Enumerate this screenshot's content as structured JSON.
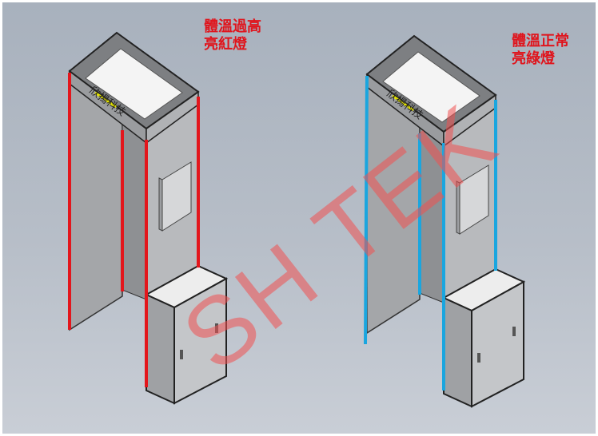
{
  "left_unit": {
    "caption_line1": "體溫過高",
    "caption_line2": "亮紅燈",
    "light_color": "#e3161c",
    "brand_text": "欣揚科技"
  },
  "right_unit": {
    "caption_line1": "體溫正常",
    "caption_line2": "亮綠燈",
    "light_color": "#1aa6df",
    "brand_text": "欣揚科技"
  },
  "watermark": "SH TEK"
}
